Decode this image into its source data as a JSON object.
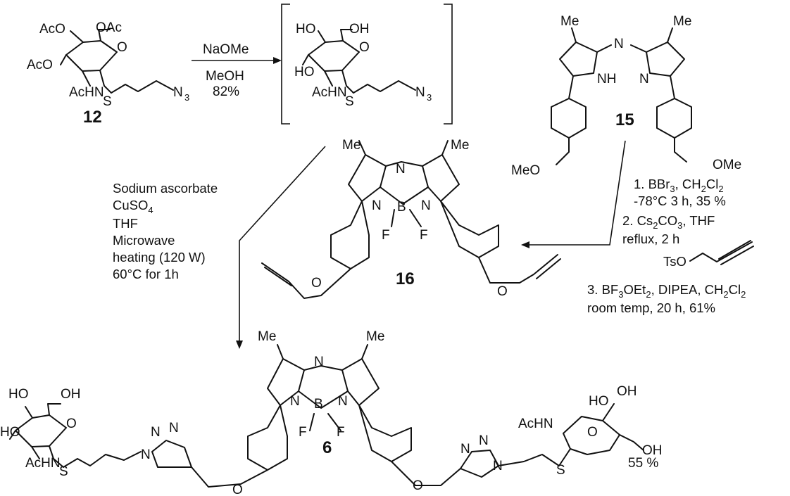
{
  "compounds": {
    "c12": {
      "number": "12",
      "labels": [
        "AcO",
        "OAc",
        "AcO",
        "O",
        "AcHN",
        "S",
        "N",
        "3"
      ]
    },
    "intermediate": {
      "labels": [
        "HO",
        "OH",
        "O",
        "HO",
        "AcHN",
        "S",
        "N",
        "3"
      ]
    },
    "c15": {
      "number": "15",
      "labels": [
        "Me",
        "Me",
        "N",
        "NH",
        "N",
        "MeO",
        "OMe"
      ]
    },
    "c16": {
      "number": "16",
      "labels": [
        "Me",
        "Me",
        "N",
        "N",
        "B",
        "N",
        "F",
        "F",
        "O",
        "O"
      ]
    },
    "c6": {
      "number": "6",
      "labels": [
        "Me",
        "Me",
        "N",
        "N",
        "B",
        "N",
        "F",
        "F",
        "HO",
        "OH",
        "O",
        "HO",
        "AcHN",
        "S",
        "N",
        "N",
        "N",
        "O",
        "O",
        "N",
        "N",
        "N",
        "S",
        "AcHN",
        "HO",
        "OH",
        "O",
        "OH"
      ],
      "yield": "55 %"
    }
  },
  "steps": {
    "step1": {
      "reagent": "NaOMe",
      "solvent": "MeOH",
      "yield": "82%"
    },
    "step2": {
      "lines": [
        "Sodium ascorbate",
        "CuSO",
        "THF",
        "Microwave",
        "heating (120 W)",
        "60°C for 1h"
      ],
      "cuso_sub": "4"
    },
    "step3": {
      "l1a": "1. BBr",
      "l1b": "3",
      "l1c": ", CH",
      "l1d": "2",
      "l1e": "Cl",
      "l1f": "2",
      "l2": "-78°C 3 h, 35 %",
      "l3a": "2. Cs",
      "l3b": "2",
      "l3c": "CO",
      "l3d": "3",
      "l3e": ", THF",
      "l4": "reflux, 2 h",
      "ts": "TsO",
      "l5a": "3. BF",
      "l5b": "3",
      "l5c": "OEt",
      "l5d": "2",
      "l5e": ", DIPEA, CH",
      "l5f": "2",
      "l5g": "Cl",
      "l5h": "2",
      "l6": "room temp, 20 h, 61%"
    }
  }
}
